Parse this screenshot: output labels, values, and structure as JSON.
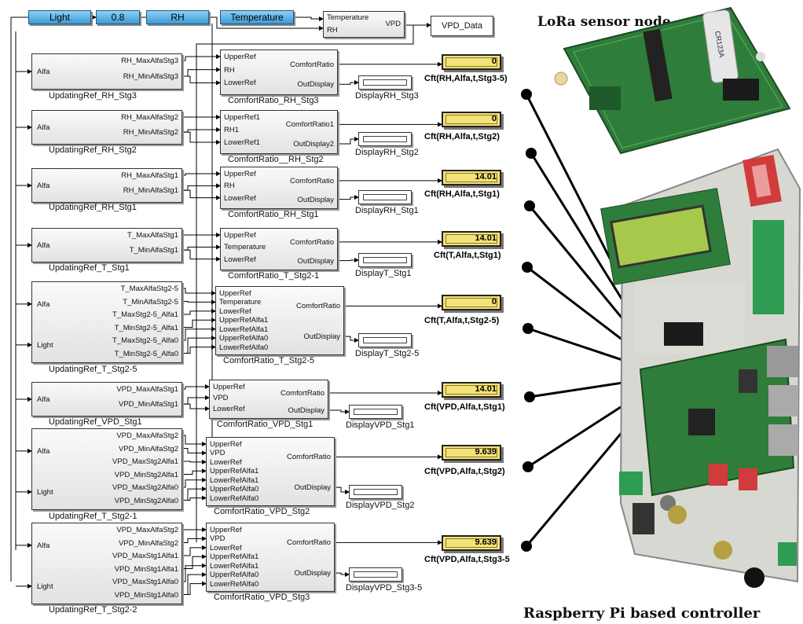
{
  "inputs": {
    "light": "Light",
    "gain": "0.8",
    "rh": "RH",
    "temperature": "Temperature"
  },
  "vpd_block": {
    "in1": "Temperature",
    "in2": "RH",
    "out": "VPD"
  },
  "vpd_sink": "VPD_Data",
  "stages": [
    {
      "ref": {
        "in": [
          "Alfa"
        ],
        "out": [
          "RH_MaxAlfaStg3",
          "RH_MinAlfaStg3"
        ],
        "name": "UpdatingRef_RH_Stg3"
      },
      "cr": {
        "in": [
          "UpperRef",
          "RH",
          "LowerRef"
        ],
        "out": [
          "ComfortRatio",
          "OutDisplay"
        ],
        "name": "ComfortRatio_RH_Stg3"
      },
      "scope": "DisplayRH_Stg3",
      "display": "0",
      "label": "Cft(RH,Alfa,t,Stg3-5)"
    },
    {
      "ref": {
        "in": [
          "Alfa"
        ],
        "out": [
          "RH_MaxAlfaStg2",
          "RH_MinAlfaStg2"
        ],
        "name": "UpdatingRef_RH_Stg2"
      },
      "cr": {
        "in": [
          "UpperRef1",
          "RH1",
          "LowerRef1"
        ],
        "out": [
          "ComfortRatio1",
          "OutDisplay2"
        ],
        "name": "ComfortRatio__RH_Stg2"
      },
      "scope": "DisplayRH_Stg2",
      "display": "0",
      "label": "Cft(RH,Alfa,t,Stg2)"
    },
    {
      "ref": {
        "in": [
          "Alfa"
        ],
        "out": [
          "RH_MaxAlfaStg1",
          "RH_MinAlfaStg1"
        ],
        "name": "UpdatingRef_RH_Stg1"
      },
      "cr": {
        "in": [
          "UpperRef",
          "RH",
          "LowerRef"
        ],
        "out": [
          "ComfortRatio",
          "OutDisplay"
        ],
        "name": "ComfortRatio_RH_Stg1"
      },
      "scope": "DisplayRH_Stg1",
      "display": "14.01",
      "label": "Cft(RH,Alfa,t,Stg1)"
    },
    {
      "ref": {
        "in": [
          "Alfa"
        ],
        "out": [
          "T_MaxAlfaStg1",
          "T_MinAlfaStg1"
        ],
        "name": "UpdatingRef_T_Stg1"
      },
      "cr": {
        "in": [
          "UpperRef",
          "Temperature",
          "LowerRef"
        ],
        "out": [
          "ComfortRatio",
          "OutDisplay"
        ],
        "name": "ComfortRatio_T_Stg2-1"
      },
      "scope": "DisplayT_Stg1",
      "display": "14.01",
      "label": "Cft(T,Alfa,t,Stg1)"
    },
    {
      "ref": {
        "in": [
          "Alfa",
          "Light"
        ],
        "out": [
          "T_MaxAlfaStg2-5",
          "T_MinAlfaStg2-5",
          "T_MaxStg2-5_Alfa1",
          "T_MinStg2-5_Alfa1",
          "T_MaxStg2-5_Alfa0",
          "T_MinStg2-5_Alfa0"
        ],
        "name": "UpdatingRef_T_Stg2-5"
      },
      "cr": {
        "in": [
          "UpperRef",
          "Temperature",
          "LowerRef",
          "UpperRefAlfa1",
          "LowerRefAlfa1",
          "UpperRefAlfa0",
          "LowerRefAlfa0"
        ],
        "out": [
          "ComfortRatio",
          "OutDisplay"
        ],
        "name": "ComfortRatio_T_Stg2-5"
      },
      "scope": "DisplayT_Stg2-5",
      "display": "0",
      "label": "Cft(T,Alfa,t,Stg2-5)"
    },
    {
      "ref": {
        "in": [
          "Alfa"
        ],
        "out": [
          "VPD_MaxAlfaStg1",
          "VPD_MinAlfaStg1"
        ],
        "name": "UpdatingRef_VPD_Stg1"
      },
      "cr": {
        "in": [
          "UpperRef",
          "VPD",
          "LowerRef"
        ],
        "out": [
          "ComfortRatio",
          "OutDisplay"
        ],
        "name": "ComfortRatio_VPD_Stg1"
      },
      "scope": "DisplayVPD_Stg1",
      "display": "14.01",
      "label": "Cft(VPD,Alfa,t,Stg1)"
    },
    {
      "ref": {
        "in": [
          "Alfa",
          "Light"
        ],
        "out": [
          "VPD_MaxAlfaStg2",
          "VPD_MinAlfaStg2",
          "VPD_MaxStg2Alfa1",
          "VPD_MinStg2Alfa1",
          "VPD_MaxStg2Alfa0",
          "VPD_MinStg2Alfa0"
        ],
        "name": "UpdatingRef_T_Stg2-1"
      },
      "cr": {
        "in": [
          "UpperRef",
          "VPD",
          "LowerRef",
          "UpperRefAlfa1",
          "LowerRefAlfa1",
          "UpperRefAlfa0",
          "LowerRefAlfa0"
        ],
        "out": [
          "ComfortRatio",
          "OutDisplay"
        ],
        "name": "ComfortRatio_VPD_Stg2"
      },
      "scope": "DisplayVPD_Stg2",
      "display": "9.639",
      "label": "Cft(VPD,Alfa,t,Stg2)"
    },
    {
      "ref": {
        "in": [
          "Alfa",
          "Light"
        ],
        "out": [
          "VPD_MaxAlfaStg2",
          "VPD_MinAlfaStg2",
          "VPD_MaxStg1Alfa1",
          "VPD_MinStg1Alfa1",
          "VPD_MaxStg1Alfa0",
          "VPD_MinStg1Alfa0"
        ],
        "name": "UpdatingRef_T_Stg2-2"
      },
      "cr": {
        "in": [
          "UpperRef",
          "VPD",
          "LowerRef",
          "UpperRefAlfa1",
          "LowerRefAlfa1",
          "UpperRefAlfa0",
          "LowerRefAlfa0"
        ],
        "out": [
          "ComfortRatio",
          "OutDisplay"
        ],
        "name": "ComfortRatio_VPD_Stg3"
      },
      "scope": "DisplayVPD_Stg3-5",
      "display": "9.639",
      "label": "Cft(VPD,Alfa,t,Stg3-5"
    }
  ],
  "photo_labels": {
    "lora": "LoRa sensor node",
    "rpi": "Raspberry Pi based controller"
  },
  "colors": {
    "source_block": "#4aa3df",
    "display_fill": "#f4e27a",
    "pcb_green": "#2f7d3a",
    "lcd": "#a6c94b"
  }
}
